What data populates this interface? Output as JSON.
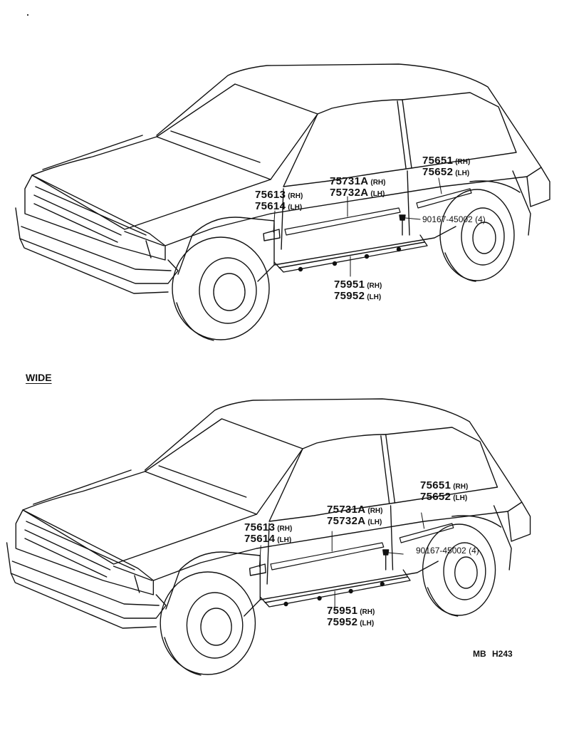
{
  "section_heading": "WIDE",
  "figure_code": "MB  H243",
  "side_markers": {
    "rh": "(RH)",
    "lh": "(LH)"
  },
  "standard_view": {
    "belt_molding": {
      "rh": "75651",
      "lh": "75652"
    },
    "door_molding": {
      "rh": "75731A",
      "lh": "75732A"
    },
    "fender_molding": {
      "rh": "75613",
      "lh": "75614"
    },
    "clip": "90167-45002 (4)",
    "rocker_molding": {
      "rh": "75951",
      "lh": "75952"
    }
  },
  "wide_view": {
    "belt_molding": {
      "rh": "75651",
      "lh": "75652"
    },
    "door_molding": {
      "rh": "75731A",
      "lh": "75732A"
    },
    "fender_molding": {
      "rh": "75613",
      "lh": "75614"
    },
    "clip": "90167-45002 (4)",
    "rocker_molding": {
      "rh": "75951",
      "lh": "75952"
    }
  }
}
